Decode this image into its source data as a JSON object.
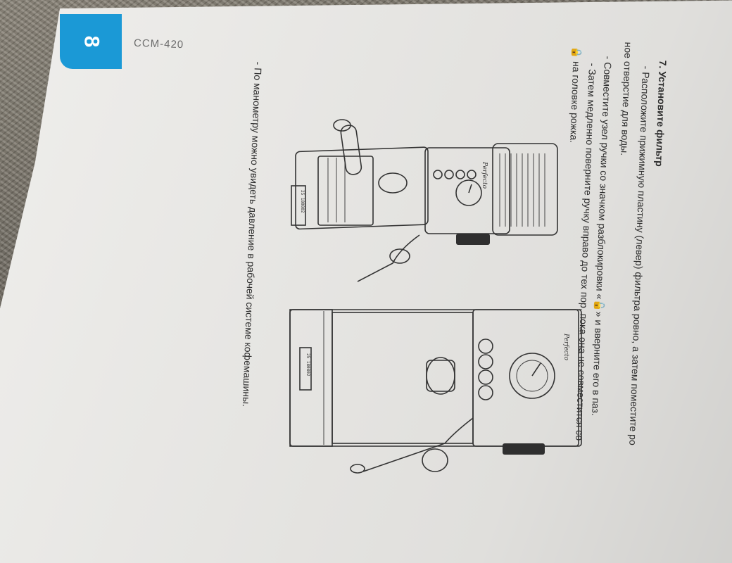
{
  "page": {
    "number": "8",
    "model": "CCM-420"
  },
  "section": {
    "heading": "7. Установите фильтр",
    "line1": "- Расположите прижимную пластину (левер) фильтра ровно, а затем поместите ро",
    "line2": "ное отверстие для воды.",
    "line3a": "- Совместите узел ручки со значком разблокировки «",
    "line3b": "» и вверните его в паз.",
    "line4": "- Затем медленно поверните ручку вправо до тех пор, пока она не совместится со",
    "line5": "на головке рожка.",
    "pressure_note": "- По манометру можно увидеть давление в рабочей системе кофемашины."
  },
  "figures": {
    "brand_label": "Perfecto",
    "display_label": "25 180802"
  },
  "colors": {
    "accent": "#1b99d6",
    "paper": "#ecebe8",
    "ink": "#2d2d2d"
  }
}
